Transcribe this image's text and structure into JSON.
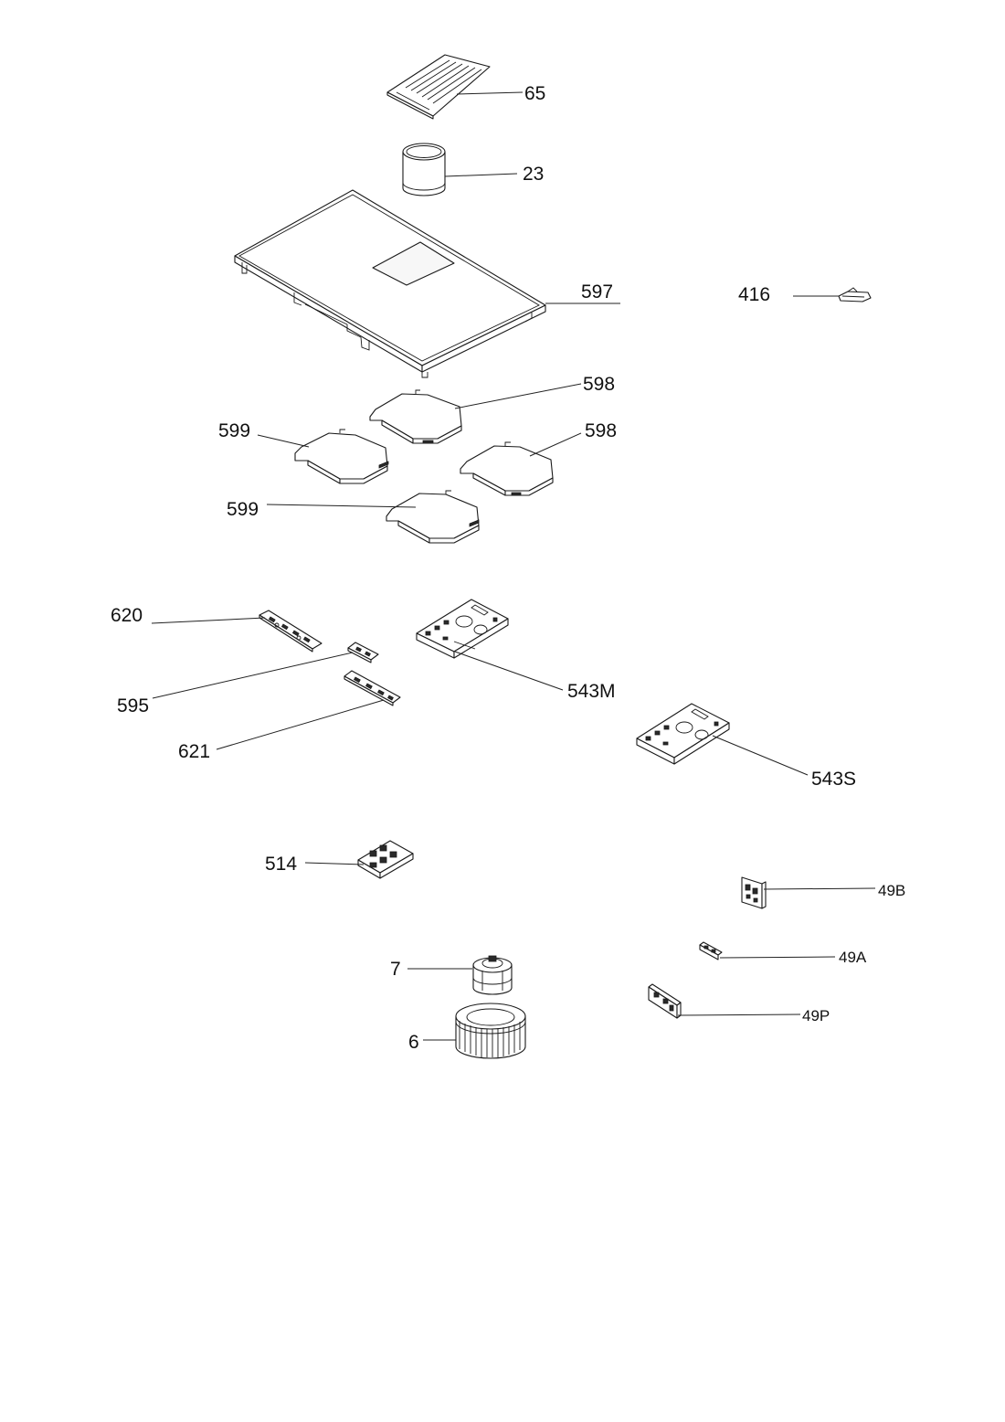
{
  "callouts": {
    "c65": "65",
    "c23": "23",
    "c597": "597",
    "c416": "416",
    "c598a": "598",
    "c598b": "598",
    "c599a": "599",
    "c599b": "599",
    "c620": "620",
    "c595": "595",
    "c621": "621",
    "c543m": "543M",
    "c543s": "543S",
    "c514": "514",
    "c49b": "49B",
    "c49a": "49A",
    "c7": "7",
    "c49p": "49P",
    "c6": "6"
  }
}
